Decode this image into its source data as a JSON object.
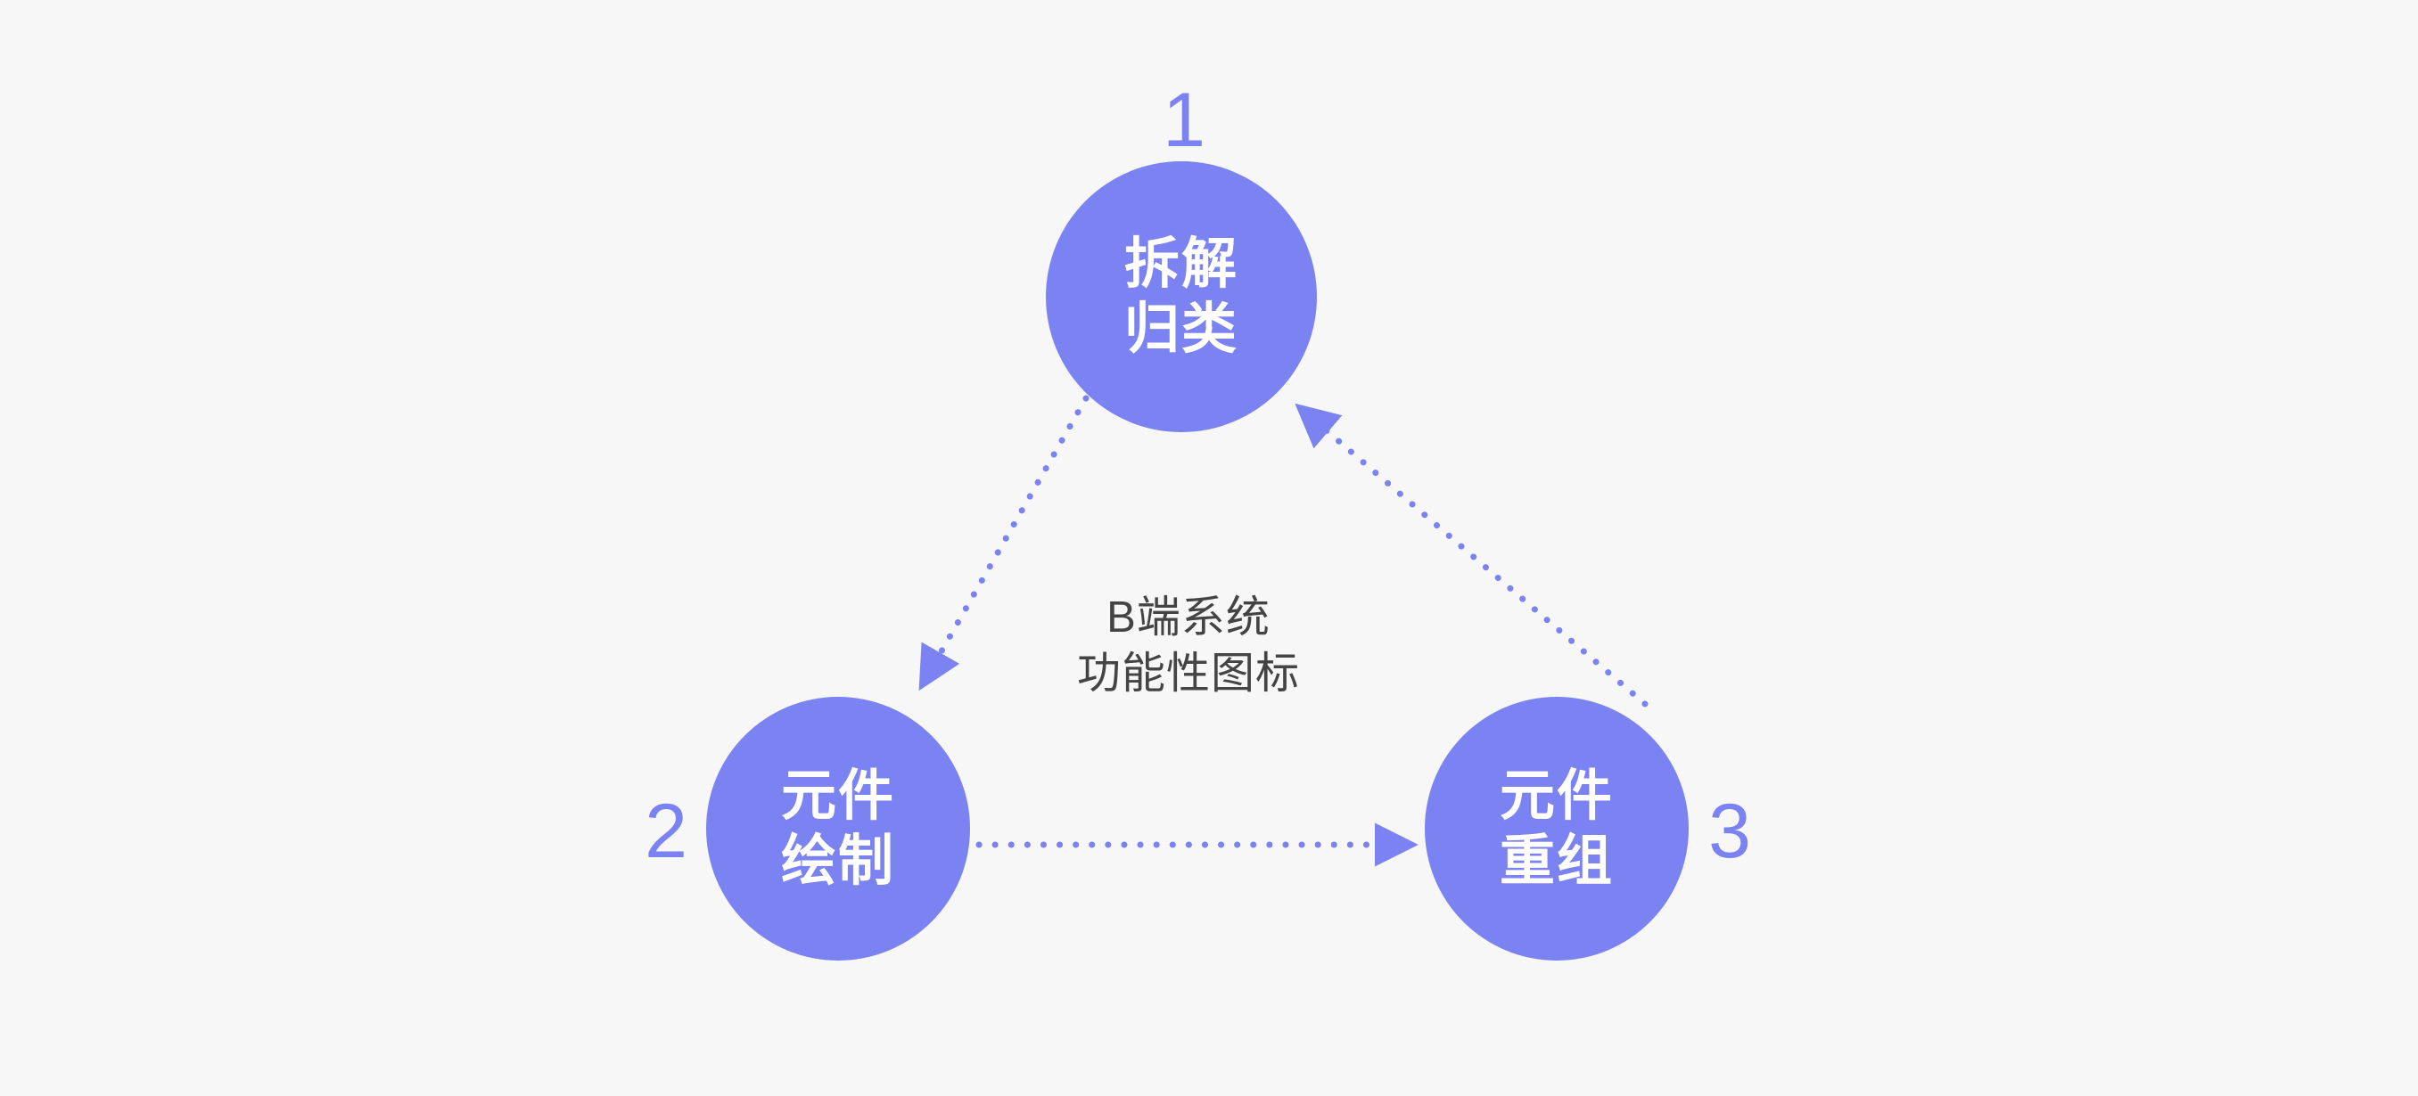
{
  "canvas": {
    "background_color": "#f7f7f7",
    "accent_color": "#7b82f2",
    "text_color_dark": "#444444",
    "node_label_color": "#ffffff"
  },
  "center_caption": {
    "line1": "B端系统",
    "line2": "功能性图标"
  },
  "nodes": [
    {
      "id": "node-1",
      "number": "1",
      "label_line1": "拆解",
      "label_line2": "归类",
      "color": "#7b82f2",
      "number_position": "above"
    },
    {
      "id": "node-2",
      "number": "2",
      "label_line1": "元件",
      "label_line2": "绘制",
      "color": "#7b82f2",
      "number_position": "left"
    },
    {
      "id": "node-3",
      "number": "3",
      "label_line1": "元件",
      "label_line2": "重组",
      "color": "#7b82f2",
      "number_position": "right"
    }
  ],
  "edges": [
    {
      "id": "edge-1-to-2",
      "from": "1",
      "to": "2",
      "style": "dotted",
      "arrow": "end",
      "color": "#7b82f2"
    },
    {
      "id": "edge-2-to-3",
      "from": "2",
      "to": "3",
      "style": "dotted",
      "arrow": "end",
      "color": "#7b82f2"
    },
    {
      "id": "edge-3-to-1",
      "from": "3",
      "to": "1",
      "style": "dotted",
      "arrow": "end",
      "color": "#7b82f2"
    }
  ]
}
